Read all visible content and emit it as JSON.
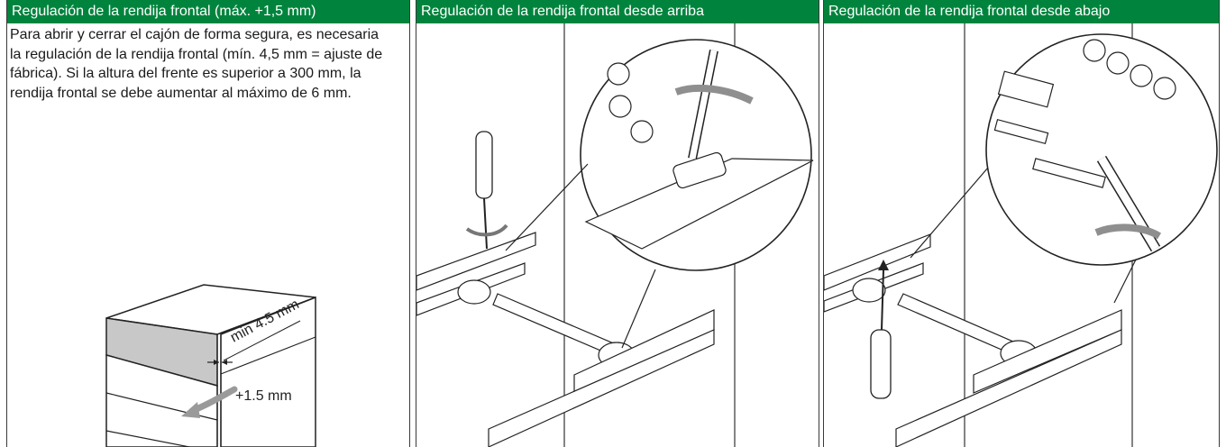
{
  "panels": [
    {
      "title": "Regulación de la rendija frontal (máx. +1,5 mm)",
      "description": "Para abrir y cerrar el cajón de forma segura, es necesaria la regulación de la rendija frontal (mín. 4,5 mm = ajuste de fábrica). Si la altura del frente es superior a 300 mm, la rendija frontal se debe aumentar al máximo de 6 mm.",
      "labels": {
        "min_gap": "min 4.5 mm",
        "plus_gap": "+1.5 mm"
      }
    },
    {
      "title": "Regulación de la rendija frontal desde arriba"
    },
    {
      "title": "Regulación de la rendija frontal desde abajo"
    }
  ],
  "colors": {
    "header_bg": "#00843d",
    "header_text": "#ffffff",
    "highlight_front": "#c8c8c8",
    "arrow": "#9a9a9a"
  }
}
